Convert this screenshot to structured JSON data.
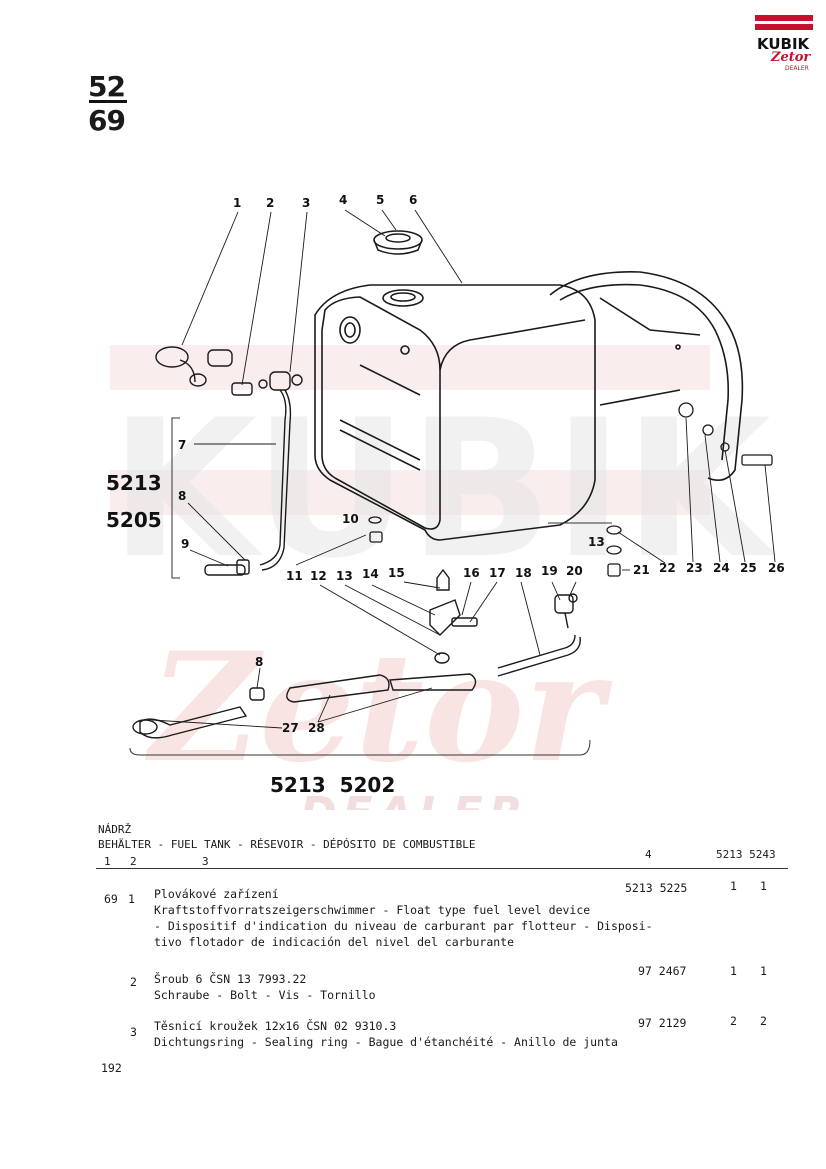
{
  "logo": {
    "brand": "KUBIK",
    "sub": "Zetor",
    "dealer": "DEALER"
  },
  "page": {
    "group": "52",
    "page": "69",
    "footer_number": "192"
  },
  "diagram": {
    "callouts": [
      "1",
      "2",
      "3",
      "4",
      "5",
      "6",
      "7",
      "8",
      "9",
      "10",
      "11",
      "12",
      "13",
      "14",
      "15",
      "16",
      "17",
      "18",
      "19",
      "20",
      "21",
      "22",
      "23",
      "24",
      "25",
      "26",
      "8",
      "13",
      "27",
      "28"
    ],
    "group_labels": [
      "5213",
      "5205",
      "5213  5202"
    ],
    "watermark": {
      "kubik": "KUBIK",
      "zetor": "Zetor",
      "dealer": "DEALER"
    }
  },
  "table": {
    "title": "NÁDRŽ",
    "subtitle": "BEHÄLTER - FUEL TANK - RÉSEVOIR - DÉPÓSITO DE COMBUSTIBLE",
    "col_headers": {
      "c1": "1",
      "c2": "2",
      "c3": "3",
      "c4": "4",
      "c5": "5213 5243"
    },
    "rows": [
      {
        "page": "69",
        "pos": "1",
        "lines": [
          "Plovákové zařízení",
          "Kraftstoffvorratszeigerschwimmer - Float type fuel level device",
          "- Dispositif d'indication du niveau de carburant par flotteur - Disposi-",
          "tivo flotador de indicación del nivel del carburante"
        ],
        "part_no": "5213 5225",
        "qty1": "1",
        "qty2": "1"
      },
      {
        "page": "",
        "pos": "2",
        "lines": [
          "Šroub 6 ČSN 13 7993.22",
          "Schraube - Bolt - Vis - Tornillo"
        ],
        "part_no": "97 2467",
        "qty1": "1",
        "qty2": "1"
      },
      {
        "page": "",
        "pos": "3",
        "lines": [
          "Těsnicí kroužek 12x16 ČSN 02 9310.3",
          "Dichtungsring - Sealing ring - Bague d'étanchéité - Anillo de junta"
        ],
        "part_no": "97 2129",
        "qty1": "2",
        "qty2": "2"
      }
    ]
  }
}
